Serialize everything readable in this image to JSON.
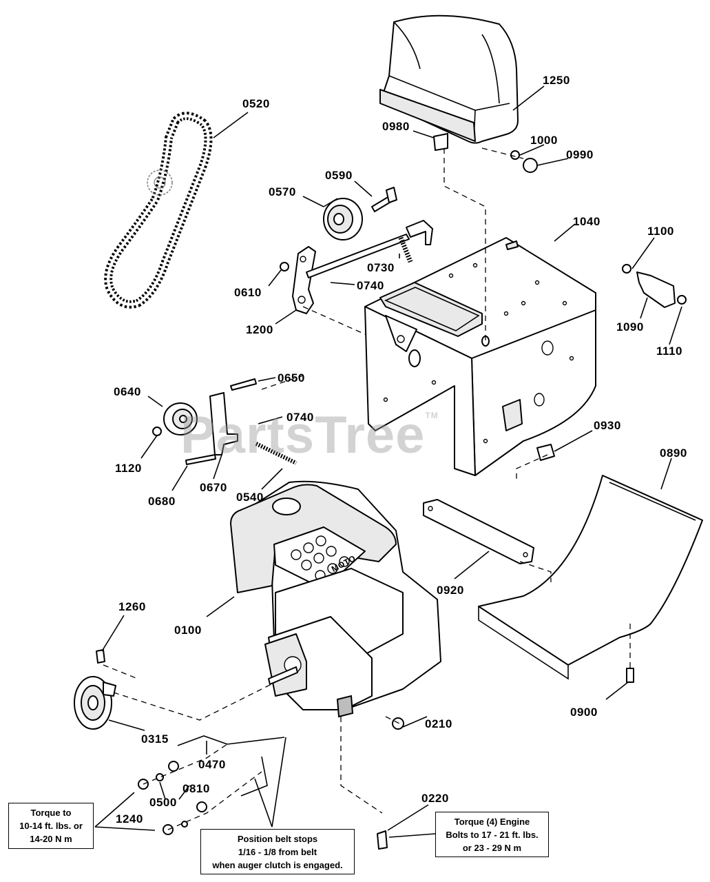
{
  "watermark": "PartsTree",
  "watermark_tm": "TM",
  "callouts": {
    "c0100": "0100",
    "c0210": "0210",
    "c0220": "0220",
    "c0315": "0315",
    "c0470": "0470",
    "c0500": "0500",
    "c0520": "0520",
    "c0540": "0540",
    "c0570": "0570",
    "c0590": "0590",
    "c0610": "0610",
    "c0640": "0640",
    "c0650": "0650",
    "c0670": "0670",
    "c0680": "0680",
    "c0730": "0730",
    "c0740a": "0740",
    "c0740b": "0740",
    "c0810": "0810",
    "c0890": "0890",
    "c0900": "0900",
    "c0920": "0920",
    "c0930": "0930",
    "c0980": "0980",
    "c0990": "0990",
    "c1000": "1000",
    "c1040": "1040",
    "c1090": "1090",
    "c1100": "1100",
    "c1110": "1110",
    "c1120": "1120",
    "c1200": "1200",
    "c1240": "1240",
    "c1250": "1250",
    "c1260": "1260"
  },
  "engine_badge": "MOTO",
  "notes": {
    "torque_small": [
      "Torque to",
      "10-14 ft. lbs. or",
      "14-20 N m"
    ],
    "belt_stops": [
      "Position belt stops",
      "1/16 -  1/8 from belt",
      "when auger clutch is engaged."
    ],
    "engine_bolts": [
      "Torque (4) Engine",
      "Bolts to 17 - 21 ft. lbs.",
      "or 23 - 29 N m"
    ]
  }
}
